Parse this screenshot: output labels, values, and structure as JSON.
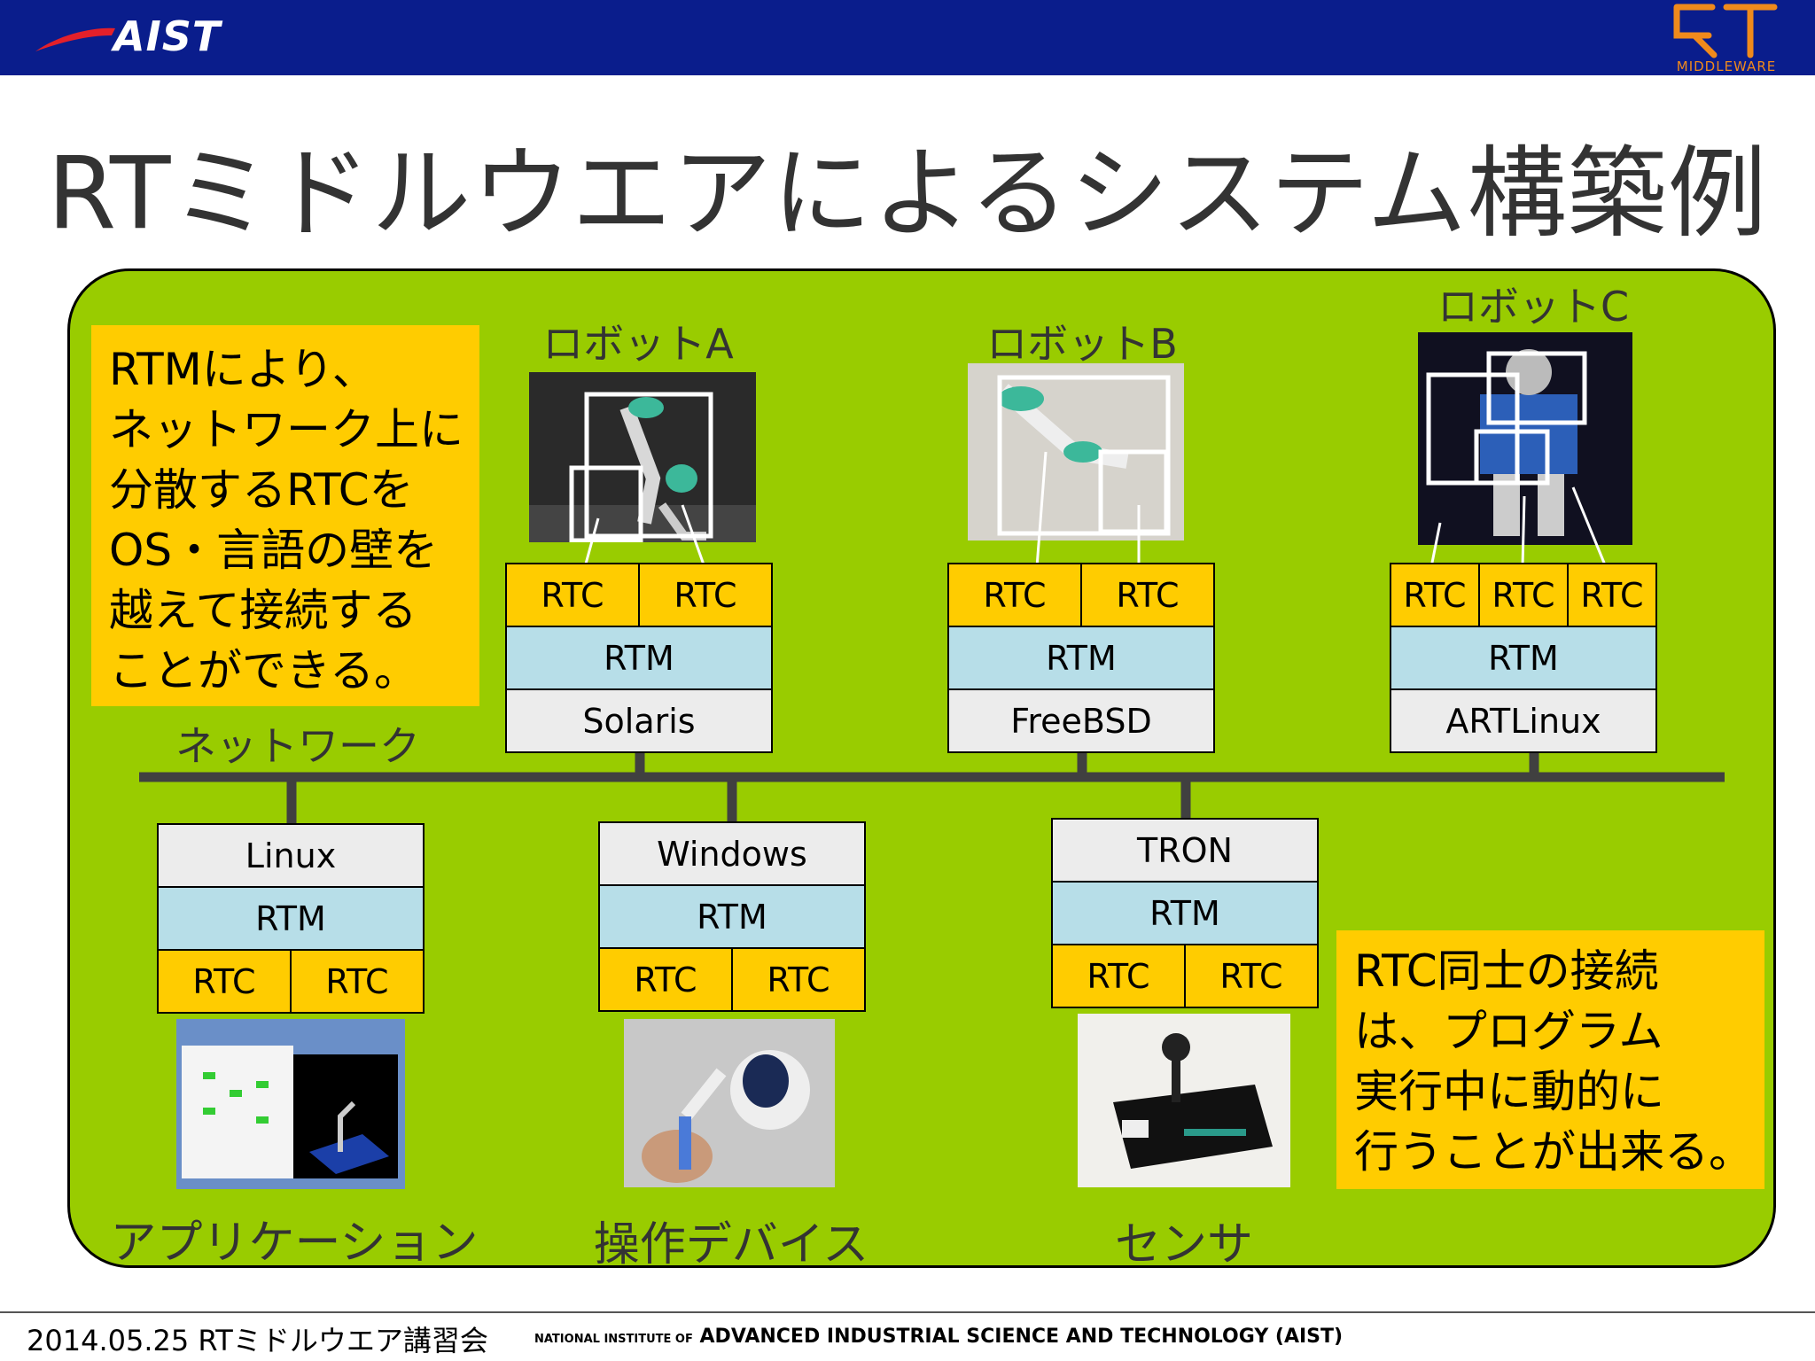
{
  "header": {
    "logo_text": "AIST",
    "rt_logo_text": "RT",
    "rt_logo_sub": "MIDDLEWARE",
    "bg_color": "#0a1d8c"
  },
  "title": "RTミドルウエアによるシステム構築例",
  "note_top": [
    "RTMにより、",
    "ネットワーク上に",
    "分散するRTCを",
    "OS・言語の壁を",
    "越えて接続する",
    "ことができる。"
  ],
  "note_bottom": [
    "RTC同士の接続",
    "は、プログラム",
    "実行中に動的に",
    "行うことが出来る。"
  ],
  "network_label": "ネットワーク",
  "robots": [
    {
      "label": "ロボットA",
      "rtc": [
        "RTC",
        "RTC"
      ],
      "rtm": "RTM",
      "os": "Solaris"
    },
    {
      "label": "ロボットB",
      "rtc": [
        "RTC",
        "RTC"
      ],
      "rtm": "RTM",
      "os": "FreeBSD"
    },
    {
      "label": "ロボットC",
      "rtc": [
        "RTC",
        "RTC",
        "RTC"
      ],
      "rtm": "RTM",
      "os": "ARTLinux"
    }
  ],
  "nodes": [
    {
      "caption": "アプリケーション",
      "os": "Linux",
      "rtm": "RTM",
      "rtc": [
        "RTC",
        "RTC"
      ]
    },
    {
      "caption": "操作デバイス",
      "os": "Windows",
      "rtm": "RTM",
      "rtc": [
        "RTC",
        "RTC"
      ]
    },
    {
      "caption": "センサ",
      "os": "TRON",
      "rtm": "RTM",
      "rtc": [
        "RTC",
        "RTC"
      ]
    }
  ],
  "footer": {
    "left": "2014.05.25 RTミドルウエア講習会",
    "right_small": "NATIONAL INSTITUTE OF",
    "right_main": "ADVANCED INDUSTRIAL SCIENCE AND TECHNOLOGY (AIST)"
  },
  "colors": {
    "panel": "#99cc00",
    "note": "#ffcc00",
    "rtc": "#ffcc00",
    "rtm": "#b7dee8",
    "os": "#ececec"
  }
}
